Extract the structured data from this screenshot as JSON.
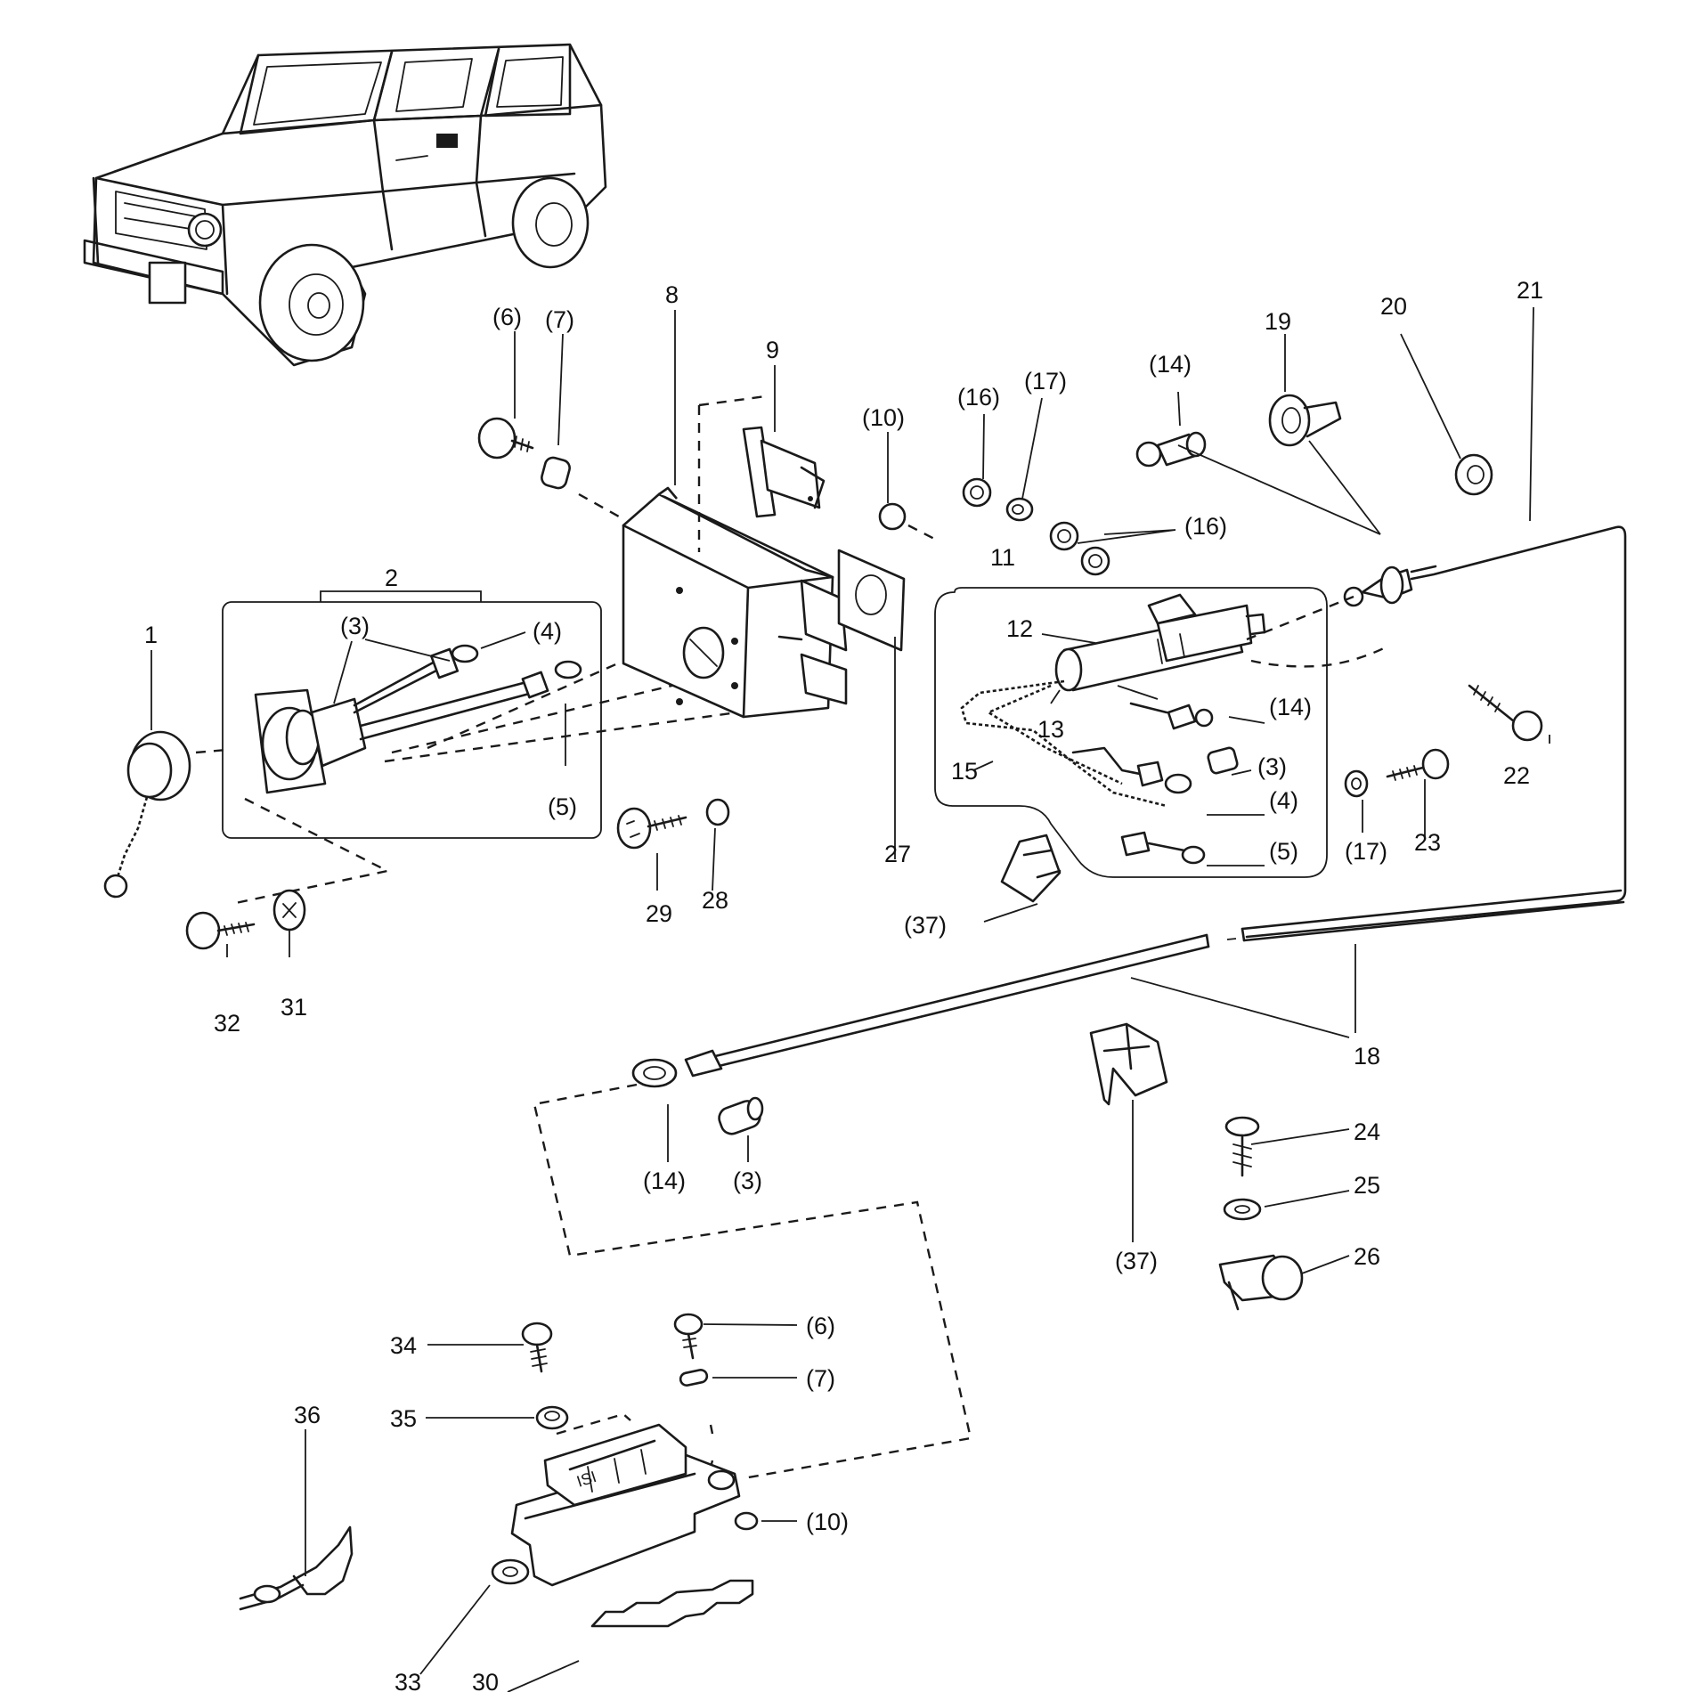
{
  "labels": {
    "p1": "1",
    "p2": "2",
    "p3a": "(3)",
    "p4a": "(4)",
    "p5a": "(5)",
    "p6a": "(6)",
    "p7a": "(7)",
    "p8": "8",
    "p9": "9",
    "p10a": "(10)",
    "p11": "11",
    "p12": "12",
    "p13": "13",
    "p14a": "(14)",
    "p14b": "(14)",
    "p3b": "(3)",
    "p4b": "(4)",
    "p5b": "(5)",
    "p15": "15",
    "p16a": "(16)",
    "p16b": "(16)",
    "p17a": "(17)",
    "p17b": "(17)",
    "p19": "19",
    "p20": "20",
    "p21": "21",
    "p22": "22",
    "p23": "23",
    "p27": "27",
    "p28": "28",
    "p29": "29",
    "p31": "31",
    "p32": "32",
    "p37a": "(37)",
    "p18": "18",
    "p14c": "(14)",
    "p3c": "(3)",
    "p37b": "(37)",
    "p24": "24",
    "p25": "25",
    "p26": "26",
    "p34": "34",
    "p6b": "(6)",
    "p35": "35",
    "p7b": "(7)",
    "p36": "36",
    "p10b": "(10)",
    "p33": "33",
    "p30": "30"
  },
  "icons": {
    "vehicle": "vehicle-illustration",
    "cap": "cap-icon",
    "socket": "socket-icon",
    "housing": "housing-icon",
    "relay": "relay-icon",
    "starter": "starter-motor-icon",
    "fuse_box": "fuse-box-icon",
    "cable_tie": "cable-tie-icon",
    "clip": "clip-icon"
  }
}
